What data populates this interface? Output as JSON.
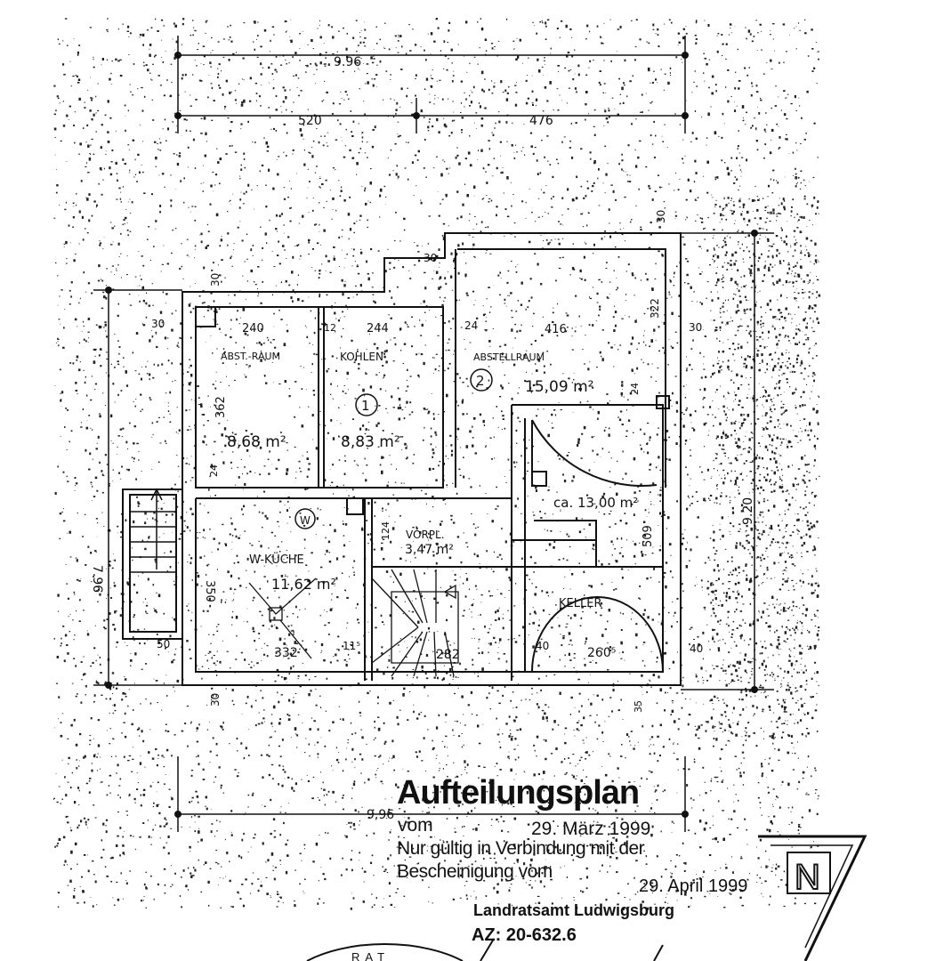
{
  "plan": {
    "dimensions": {
      "top_total": "9.96",
      "top_left": "520",
      "top_right": "476",
      "bottom_total": "9,96",
      "left_total": "7.96",
      "right_total": "9.20",
      "wall_30_top": "30",
      "wall_30_left": "30",
      "wall_30_right": "30",
      "wall_30_small": "30",
      "wall_30_bottom": "30",
      "wall_30_ne": "30",
      "w_240": "240",
      "w_12": "12",
      "w_244": "244",
      "w_24": "24",
      "w_416": "416",
      "h_322": "322",
      "h_362": "362",
      "h_24a": "24",
      "h_24b": "24",
      "h_350": "350",
      "h_124": "124",
      "h_509": "509",
      "w_50": "50",
      "w_332": "332",
      "w_115": "11⁵",
      "w_282": "282",
      "w_40a": "40",
      "w_2605": "260⁵",
      "w_40b": "40",
      "h_35": "35"
    },
    "rooms": [
      {
        "name": "ABST.-RAUM",
        "area": "8,68 m²"
      },
      {
        "name": "KOHLEN",
        "area": "8,83 m²",
        "unit": "1"
      },
      {
        "name": "ABSTELLRAUM",
        "area": "15,09 m²",
        "unit": "2"
      },
      {
        "name": "",
        "area": "ca. 13,00 m²"
      },
      {
        "name": "W-KÜCHE",
        "area": "11,62 m²"
      },
      {
        "name": "VORPL.",
        "area": "3,47 m²"
      },
      {
        "name": "KELLER",
        "area": ""
      }
    ],
    "washer_symbol": "W"
  },
  "stamp": {
    "title": "Aufteilungsplan",
    "vom_label": "vom",
    "vom_date": "29. März 1999",
    "line1": "Nur gültig in Verbindung mit der",
    "line2_label": "Bescheinigung vom",
    "line2_date": "29. April 1999",
    "authority": "Landratsamt Ludwigsburg",
    "reference": "AZ: 20-632.6",
    "seal_text": "RAT"
  },
  "north_arrow": {
    "label": "N"
  }
}
